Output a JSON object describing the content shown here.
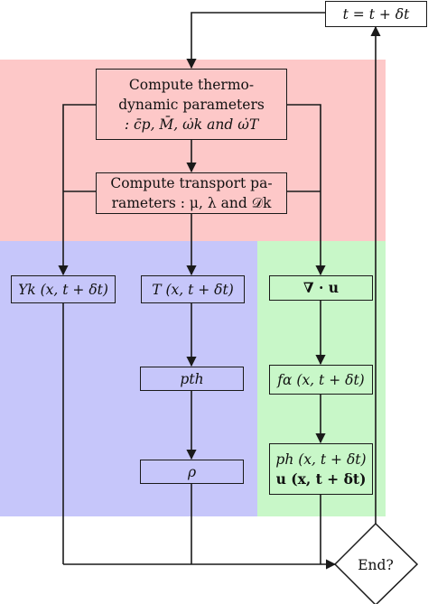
{
  "colors": {
    "red_region": "#fdc8c8",
    "blue_region": "#c6c6fa",
    "green_region": "#c8f7c8",
    "stroke": "#1a1a1a"
  },
  "nodes": {
    "update_time": "t = t + δt",
    "thermo_line1": "Compute thermo-",
    "thermo_line2": "dynamic parameters",
    "thermo_line3": ": c̄p, M̄, ω̇k and ω̇T",
    "transport_line1": "Compute transport pa-",
    "transport_line2": "rameters : μ, λ and 𝒟k",
    "species": "Yk (x, t + δt)",
    "temperature": "T (x, t + δt)",
    "divergence": "∇ · u",
    "pth": "pth",
    "rho": "ρ",
    "falpha": "fα (x, t + δt)",
    "ph_line1": "ph (x, t + δt)",
    "ph_line2": "u (x, t + δt)",
    "end": "End?"
  }
}
